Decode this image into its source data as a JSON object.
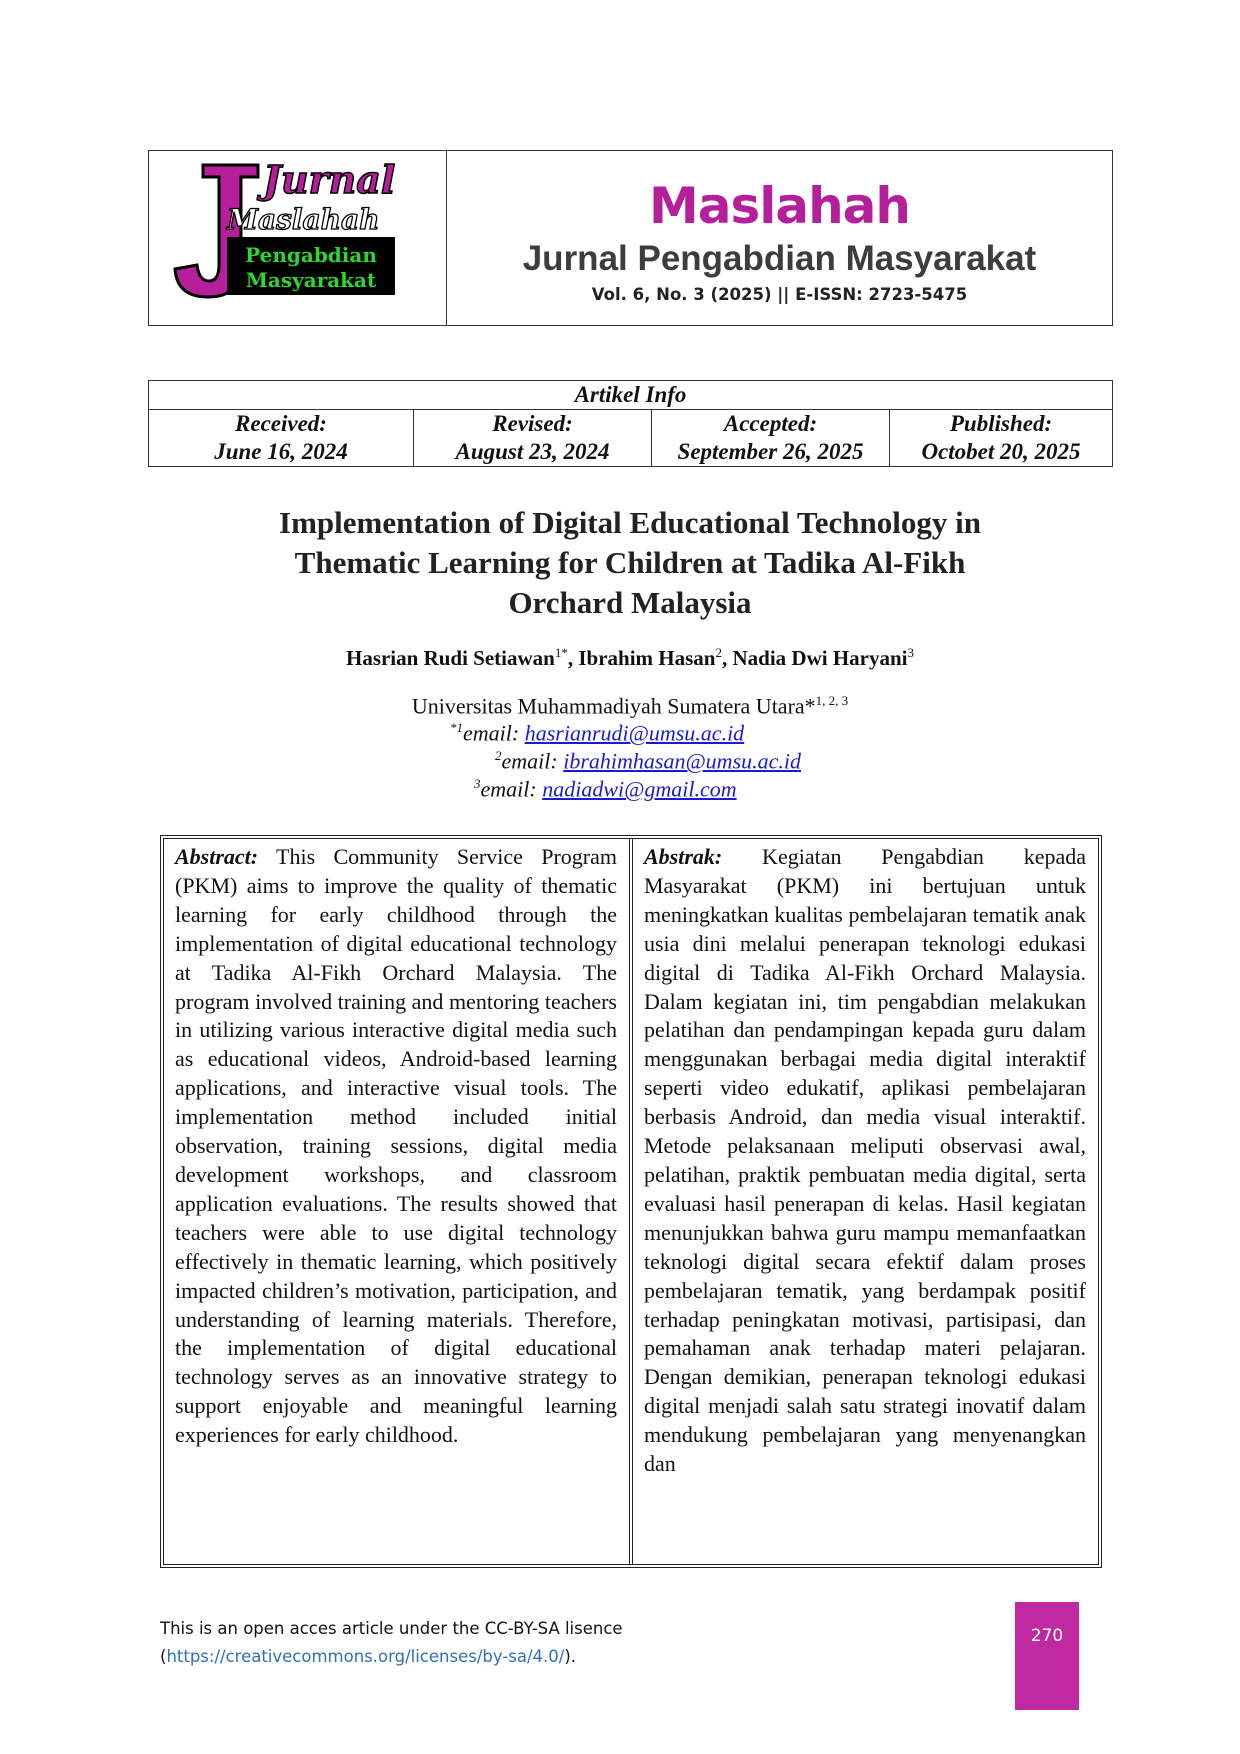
{
  "journal": {
    "logo_word_top": "Jurnal",
    "logo_word_mid": "Maslahah",
    "logo_line_1": "Pengabdian",
    "logo_line_2": "Masyarakat",
    "name": "Maslahah",
    "subtitle": "Jurnal Pengabdian Masyarakat",
    "volume": "Vol. 6, No. 3 (2025) || E-ISSN: 2723-5475",
    "brand_color": "#b5209a",
    "logo_green": "#2fd62f"
  },
  "article_info": {
    "heading": "Artikel Info",
    "cells": [
      {
        "label": "Received:",
        "date": "June 16, 2024"
      },
      {
        "label": "Revised:",
        "date": "August 23, 2024"
      },
      {
        "label": "Accepted:",
        "date": "September 26, 2025"
      },
      {
        "label": "Published:",
        "date": "Octobet 20, 2025"
      }
    ]
  },
  "paper": {
    "title_lines": [
      "Implementation of Digital Educational Technology in",
      "Thematic Learning for Children at Tadika Al-Fikh",
      "Orchard Malaysia"
    ],
    "authors": [
      {
        "name": "Hasrian Rudi Setiawan",
        "sup": "1*",
        "sep": ", "
      },
      {
        "name": "Ibrahim Hasan",
        "sup": "2",
        "sep": ", "
      },
      {
        "name": "Nadia Dwi Haryani",
        "sup": "3",
        "sep": ""
      }
    ],
    "affiliation": "Universitas Muhammadiyah Sumatera Utara*",
    "affiliation_sup": "1, 2, 3",
    "emails": [
      {
        "sup": "*1",
        "label": "email: ",
        "address": "hasrianrudi@umsu.ac.id"
      },
      {
        "sup": "2",
        "label": "email: ",
        "address": "ibrahimhasan@umsu.ac.id"
      },
      {
        "sup": "3",
        "label": "email: ",
        "address": "nadiadwi@gmail.com"
      }
    ]
  },
  "abstract_en": {
    "lead": "Abstract:",
    "text": " This Community Service Program (PKM) aims to improve the quality of thematic learning for early childhood through the implementation of digital educational technology at Tadika Al-Fikh Orchard Malaysia. The program involved training and mentoring teachers in utilizing various interactive digital media such as educational videos, Android-based learning applications, and interactive visual tools. The implementation method included initial observation, training sessions, digital media development workshops, and classroom application evaluations. The results showed that teachers were able to use digital technology effectively in thematic learning, which positively impacted children’s motivation, participation, and understanding of learning materials. Therefore, the implementation of digital educational technology serves as an innovative strategy to support enjoyable and meaningful learning experiences for early childhood."
  },
  "abstract_id": {
    "lead": "Abstrak:",
    "text": " Kegiatan Pengabdian kepada Masyarakat (PKM) ini bertujuan untuk meningkatkan kualitas pembelajaran tematik anak usia dini melalui penerapan teknologi edukasi digital di Tadika Al-Fikh Orchard Malaysia. Dalam kegiatan ini, tim pengabdian melakukan pelatihan dan pendampingan kepada guru dalam menggunakan berbagai media digital interaktif seperti video edukatif, aplikasi pembelajaran berbasis Android, dan media visual interaktif. Metode pelaksanaan meliputi observasi awal, pelatihan, praktik pembuatan media digital, serta evaluasi hasil penerapan di kelas. Hasil kegiatan menunjukkan bahwa guru mampu memanfaatkan teknologi digital secara efektif dalam proses pembelajaran tematik, yang berdampak positif terhadap peningkatan motivasi, partisipasi, dan pemahaman anak terhadap materi pelajaran. Dengan demikian, penerapan teknologi edukasi digital menjadi salah satu strategi inovatif dalam mendukung pembelajaran yang menyenangkan dan"
  },
  "footer": {
    "line1": "This is an open acces article under the CC-BY-SA lisence",
    "open_paren": "(",
    "link": "https://creativecommons.org/licenses/by-sa/4.0/",
    "close_paren": ").",
    "page_number": "270"
  }
}
